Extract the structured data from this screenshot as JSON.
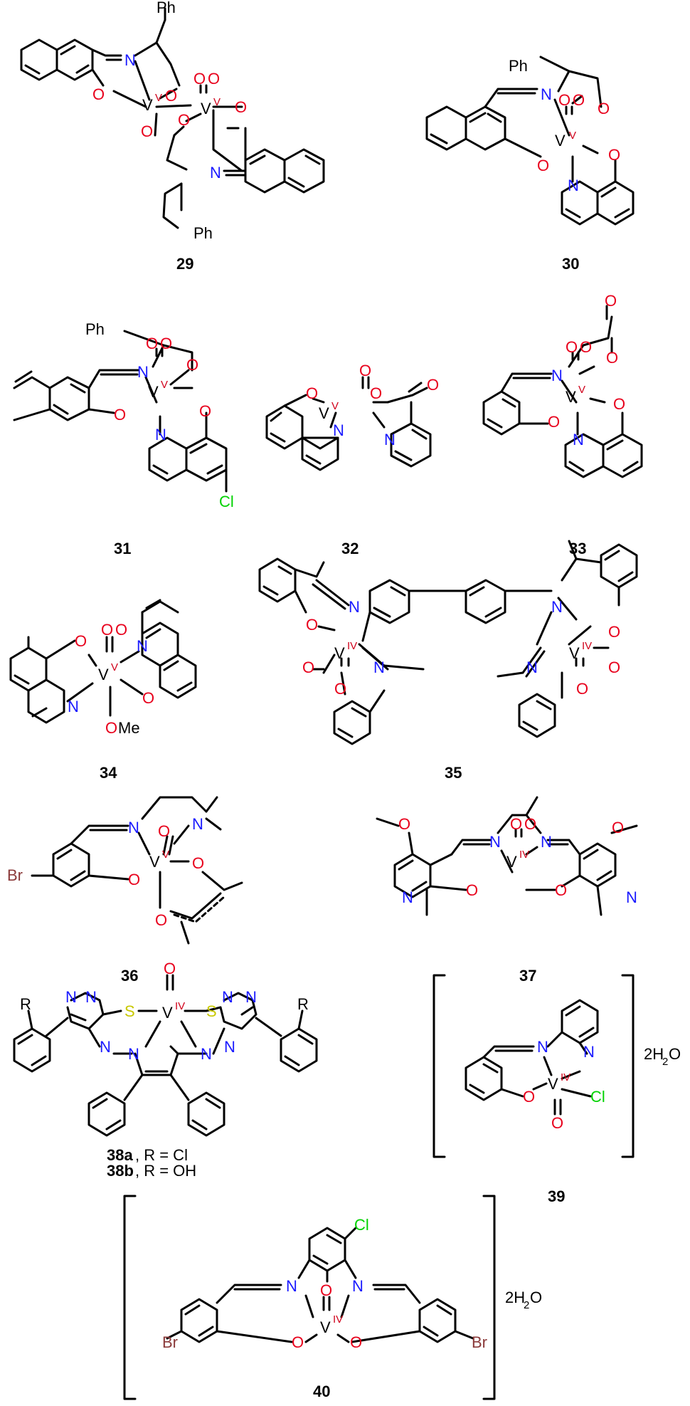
{
  "colors": {
    "O": "#e8001c",
    "N": "#1a1aff",
    "Cl": "#00d200",
    "Br": "#8b3a3a",
    "S": "#c8c800",
    "V": "#000000",
    "ox": "#d0021b"
  },
  "elements": {
    "V": "V",
    "O": "O",
    "N": "N",
    "Cl": "Cl",
    "Br": "Br",
    "S": "S",
    "Ph": "Ph",
    "Me": "Me",
    "R": "R"
  },
  "ox": {
    "v": "V",
    "iv": "IV"
  },
  "compounds": {
    "c29": "29",
    "c30": "30",
    "c31": "31",
    "c32": "32",
    "c33": "33",
    "c34": "34",
    "c35": "35",
    "c36": "36",
    "c37": "37",
    "c39": "39",
    "c40": "40"
  },
  "captions": {
    "c38a_num": "38a",
    "c38a_rest": ", R = Cl",
    "c38b_num": "38b",
    "c38b_rest": ", R = OH"
  },
  "hydrate": {
    "prefix": "2H",
    "sub": "2",
    "suffix": "O"
  }
}
